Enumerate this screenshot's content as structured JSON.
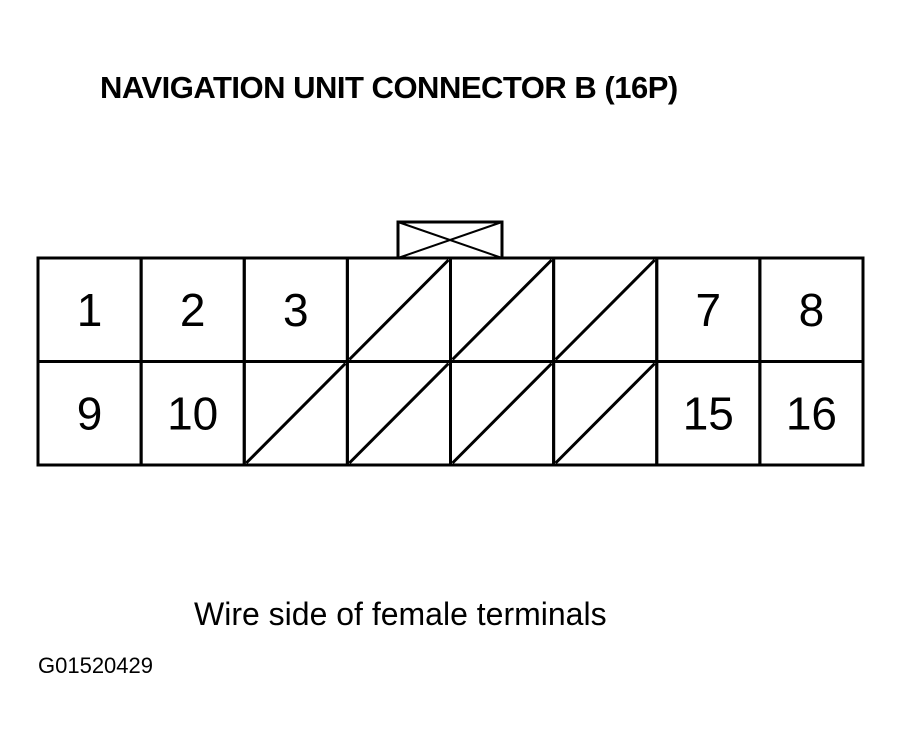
{
  "title": "NAVIGATION UNIT CONNECTOR B (16P)",
  "caption": "Wire side of female terminals",
  "figure_code": "G01520429",
  "connector": {
    "pin_count": "16P",
    "columns": 8,
    "rows": [
      [
        {
          "pin": "1",
          "used": true
        },
        {
          "pin": "2",
          "used": true
        },
        {
          "pin": "3",
          "used": true
        },
        {
          "pin": "",
          "used": false
        },
        {
          "pin": "",
          "used": false
        },
        {
          "pin": "",
          "used": false
        },
        {
          "pin": "7",
          "used": true
        },
        {
          "pin": "8",
          "used": true
        }
      ],
      [
        {
          "pin": "9",
          "used": true
        },
        {
          "pin": "10",
          "used": true
        },
        {
          "pin": "",
          "used": false
        },
        {
          "pin": "",
          "used": false
        },
        {
          "pin": "",
          "used": false
        },
        {
          "pin": "",
          "used": false
        },
        {
          "pin": "15",
          "used": true
        },
        {
          "pin": "16",
          "used": true
        }
      ]
    ],
    "lock_tab": true
  },
  "colors": {
    "line": "#000000",
    "background": "#ffffff"
  }
}
